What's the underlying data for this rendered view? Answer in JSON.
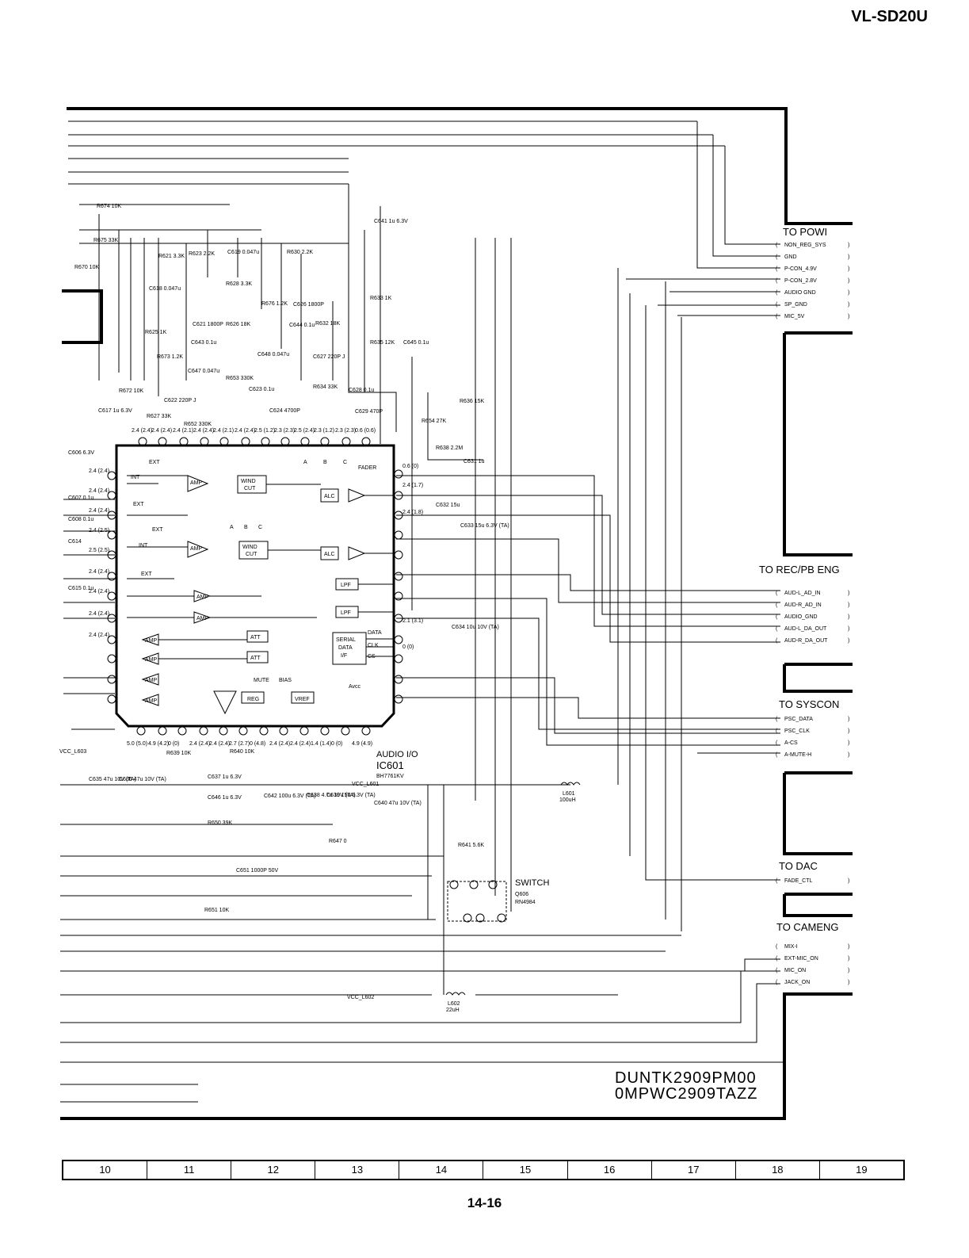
{
  "model": "VL-SD20U",
  "page_number": "14-16",
  "ic": {
    "name": "AUDIO I/O",
    "ref": "IC601",
    "part": "BH7761KV",
    "vcc_net": "VCC_L601"
  },
  "switch": {
    "label": "SWITCH",
    "ref": "Q606",
    "part": "RN4984"
  },
  "drawing_codes": [
    "DUNTK2909PM00",
    "0MPWC2909TAZZ"
  ],
  "connectors": [
    {
      "title": "TO POWI",
      "signals": [
        "NON_REG_SYS",
        "GND",
        "P-CON_4.9V",
        "P-CON_2.8V",
        "AUDIO GND",
        "SP_GND",
        "MIC_5V"
      ]
    },
    {
      "title": "TO REC/PB ENG",
      "signals": [
        "AUD-L_AD_IN",
        "AUD-R_AD_IN",
        "AUDIO_GND",
        "AUD-L_DA_OUT",
        "AUD-R_DA_OUT"
      ]
    },
    {
      "title": "TO SYSCON",
      "signals": [
        "PSC_DATA",
        "PSC_CLK",
        "A-CS",
        "A-MUTE-H"
      ]
    },
    {
      "title": "TO DAC",
      "signals": [
        "FADE_CTL"
      ]
    },
    {
      "title": "TO CAMENG",
      "signals": [
        "MIX-I",
        "EXT-MIC_ON",
        "MIC_ON",
        "JACK_ON"
      ]
    }
  ],
  "blocks": {
    "amp": "AMP",
    "wind_cut": "WIND CUT",
    "alc": "ALC",
    "lpf": "LPF",
    "att": "ATT",
    "serial": "SERIAL DATA I/F",
    "reg": "REG",
    "vref": "VREF",
    "fader": "FADER",
    "mute": "MUTE",
    "bias": "BIAS",
    "avcc": "Avcc",
    "data": "DATA",
    "clk": "CLK",
    "cs": "CS",
    "int": "INT",
    "ext": "EXT"
  },
  "inductors": [
    {
      "ref": "L601",
      "value": "100uH"
    },
    {
      "ref": "L602",
      "value": "22uH"
    }
  ],
  "vcc_l602": "VCC_L602",
  "vcc_l603": "VCC_L603",
  "components": [
    "R674 10K",
    "R675 33K",
    "R670 10K",
    "R621 3.3K",
    "R623 2.2K",
    "C619 0.047u",
    "R630 2.2K",
    "C641 1u 6.3V",
    "C618 0.047u",
    "R628 3.3K",
    "R676 1.2K",
    "C626 1800P",
    "R633 1K",
    "C621 1800P",
    "R626 18K",
    "C644 0.1u",
    "R632 18K",
    "R625 1K",
    "C643 0.1u",
    "R635 12K",
    "C645 0.1u",
    "R673 1.2K",
    "C648 0.047u",
    "C627 220P J",
    "C647 0.047u",
    "R653 330K",
    "R634 33K",
    "C628 0.1u",
    "R672 10K",
    "C622 220P J",
    "C623 0.1u",
    "C629 470P",
    "C624 4700P",
    "R636 15K",
    "C617 1u 6.3V",
    "R627 33K",
    "R652 330K",
    "R654 27K",
    "R638 2.2M",
    "C631 1u",
    "C606 6.3V",
    "C632 15u",
    "C633 15u 6.3V (TA)",
    "C607 0.1u",
    "C608 0.1u",
    "C614",
    "C615 0.1u",
    "C634 10u 10V (TA)",
    "R639 10K",
    "R640 10K",
    "C635 47u 10V (TA)",
    "C636 47u 10V (TA)",
    "C637 1u 6.3V",
    "C646 1u 6.3V",
    "R650 39K",
    "C642 100u 6.3V (TA)",
    "C638 4.7u 10V (TA)",
    "C639 15u 6.3V (TA)",
    "C640 47u 10V (TA)",
    "R647 0",
    "R641 5.6K",
    "C651 1000P 50V",
    "R651 10K"
  ],
  "left_pin_voltages": [
    "2.4 (2.4)",
    "2.4 (2.4)",
    "2.4 (2.4)",
    "2.4 (2.5)",
    "2.5 (2.5)",
    "2.4 (2.4)",
    "2.4 (2.4)",
    "2.4 (2.4)",
    "2.4 (2.4)"
  ],
  "top_pin_voltages": [
    "2.4 (2.4)",
    "2.4 (2.4)",
    "2.4 (2.1)",
    "2.4 (2.4)",
    "2.4 (2.1)",
    "2.4 (2.4)",
    "2.5 (1.2)",
    "2.3 (2.3)",
    "2.5 (2.4)",
    "2.3 (1.2)",
    "2.3 (2.3)",
    "0.6 (0.6)"
  ],
  "bottom_pin_voltages": [
    "5.0 (5.0)",
    "4.9 (4.2)",
    "0 (0)",
    "2.4 (2.4)",
    "2.4 (2.4)",
    "2.7 (2.7)",
    "0 (4.8)",
    "2.4 (2.4)",
    "2.4 (2.4)",
    "1.4 (1.4)",
    "0 (0)",
    "4.9 (4.9)"
  ],
  "right_pin_voltages": [
    "0.6 (0)",
    "2.4 (1.7)",
    "2.4 (1.8)",
    "2.1 (3.1)",
    "0 (0)"
  ],
  "grid_numbers": [
    "10",
    "11",
    "12",
    "13",
    "14",
    "15",
    "16",
    "17",
    "18",
    "19"
  ]
}
